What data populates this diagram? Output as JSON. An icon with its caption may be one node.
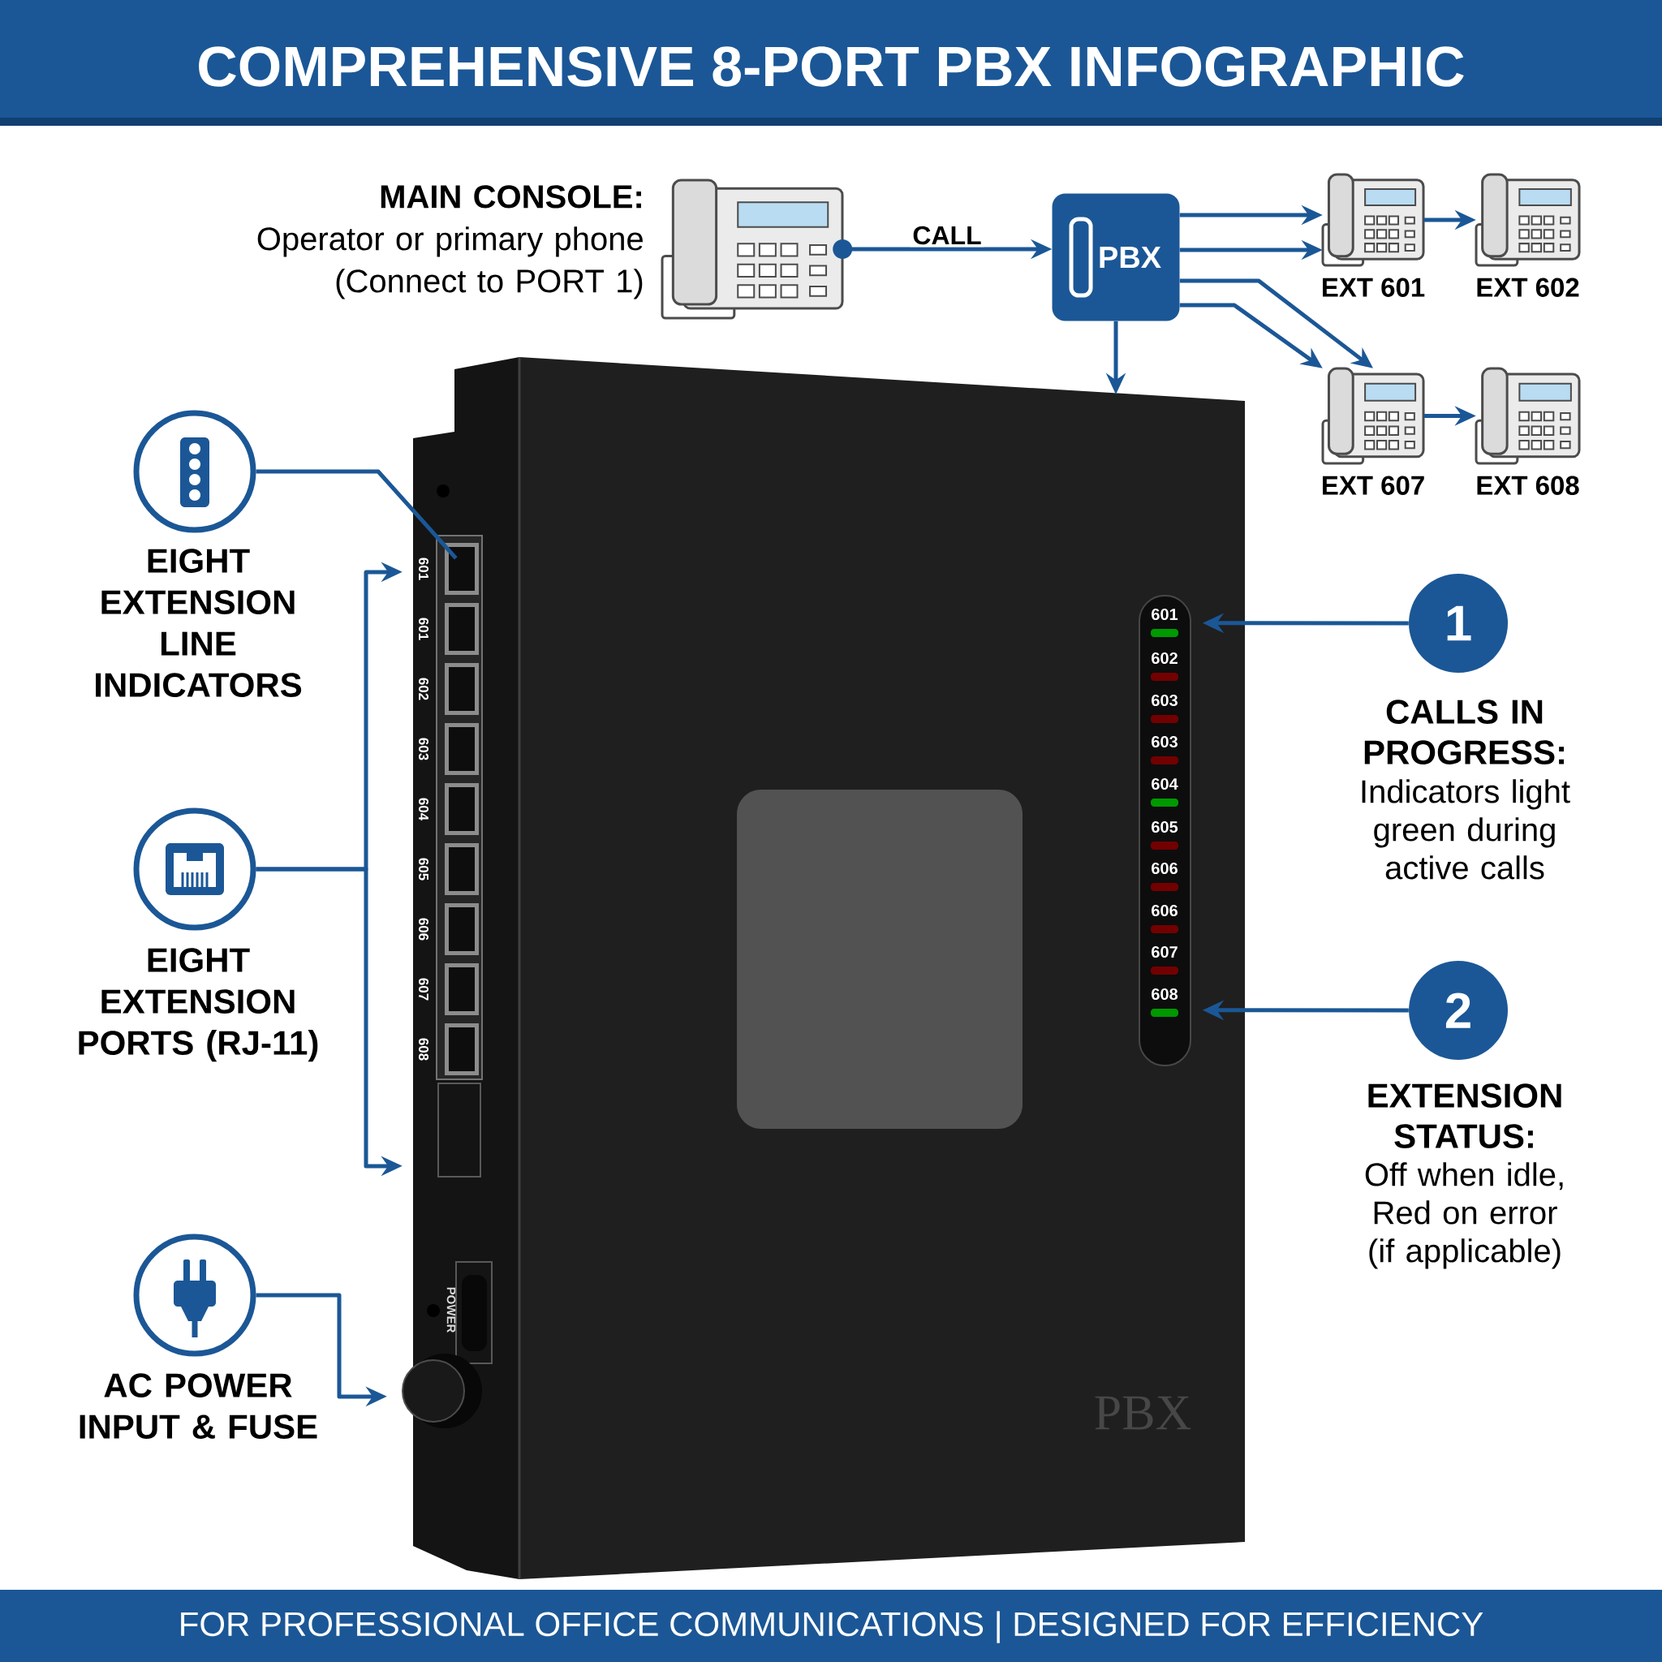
{
  "diagram": {
    "title": "COMPREHENSIVE 8-PORT PBX INFOGRAPHIC",
    "caption": "FOR PROFESSIONAL OFFICE COMMUNICATIONS | DESIGNED FOR EFFICIENCY",
    "nodes": [
      {
        "text": [
          "MAIN CONSOLE:",
          "Operator or primary phone (Connect to PORT 1)"
        ]
      },
      {
        "text": [],
        "shape": "picture"
      },
      {
        "text": [
          "PBX"
        ]
      },
      {
        "text": [],
        "shape": "picture",
        "beside": [
          "EXT 601"
        ]
      },
      {
        "text": [],
        "shape": "picture",
        "beside": [
          "EXT 602"
        ]
      },
      {
        "text": [],
        "shape": "picture",
        "beside": [
          "EXT 607"
        ]
      },
      {
        "text": [],
        "shape": "picture",
        "beside": [
          "EXT 608"
        ]
      },
      {
        "text": [],
        "shape": "picture"
      },
      {
        "text": [],
        "shape": "circle",
        "beside": [
          "EIGHT EXTENSION LINE INDICATORS"
        ]
      },
      {
        "text": [],
        "shape": "circle",
        "beside": [
          "EIGHT EXTENSION PORTS (RJ-11)"
        ]
      },
      {
        "text": [],
        "shape": "circle",
        "beside": [
          "AC POWER INPUT & FUSE"
        ]
      },
      {
        "text": [
          "1"
        ],
        "beside": [
          "CALLS IN PROGRESS:",
          "Indicators light green during active calls"
        ]
      },
      {
        "text": [
          "2"
        ],
        "beside": [
          "EXTENSION STATUS:",
          "Off when idle, Red on error (if applicable)"
        ]
      }
    ],
    "edges": [
      {
        "from": 1,
        "to": 2,
        "arrow": "to",
        "label": "CALL"
      },
      {
        "from": 2,
        "to": 3,
        "arrow": "to"
      },
      {
        "from": 2,
        "to": 3,
        "arrow": "to"
      },
      {
        "from": 2,
        "to": 5,
        "arrow": "to"
      },
      {
        "from": 2,
        "to": 5,
        "arrow": "to"
      },
      {
        "from": 3,
        "to": 4,
        "arrow": "to"
      },
      {
        "from": 5,
        "to": 6,
        "arrow": "to"
      },
      {
        "from": 2,
        "to": 7,
        "arrow": "to"
      },
      {
        "from": 8,
        "to": 7,
        "arrow": "none"
      },
      {
        "from": 9,
        "to": 7,
        "arrow": "to"
      },
      {
        "from": 9,
        "to": 7,
        "arrow": "to"
      },
      {
        "from": 10,
        "to": 7,
        "arrow": "to"
      },
      {
        "from": 11,
        "to": 7,
        "arrow": "to"
      },
      {
        "from": 12,
        "to": 7,
        "arrow": "to"
      }
    ],
    "labels": [
      "601",
      "601",
      "602",
      "603",
      "604",
      "605",
      "606",
      "607",
      "608",
      "601",
      "602",
      "603",
      "603",
      "604",
      "605",
      "606",
      "606",
      "607",
      "608",
      "POWER",
      "PBX"
    ]
  }
}
